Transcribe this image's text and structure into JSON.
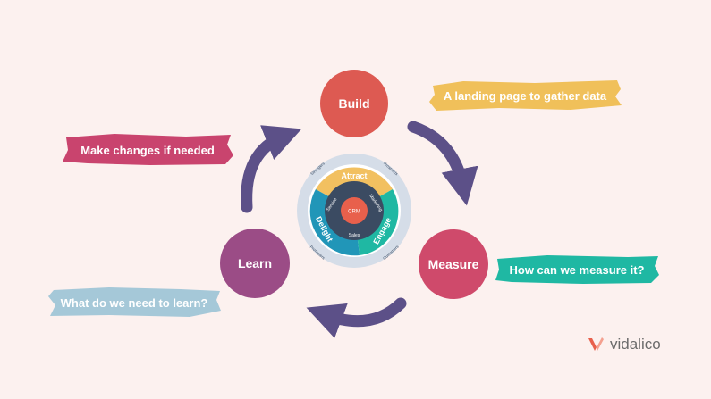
{
  "nodes": {
    "build": {
      "label": "Build",
      "color": "#dd5a52"
    },
    "measure": {
      "label": "Measure",
      "color": "#cf4a6b"
    },
    "learn": {
      "label": "Learn",
      "color": "#9b4c86"
    }
  },
  "notes": {
    "build_note": {
      "text": "A landing page to gather data",
      "color": "#f0c05a"
    },
    "measure_note": {
      "text": "How can we measure it?",
      "color": "#1fb8a3"
    },
    "learn_note": {
      "text": "What do we need to learn?",
      "color": "#a5c8d8"
    },
    "changes_note": {
      "text": "Make changes if needed",
      "color": "#c9446e"
    }
  },
  "arrow_color": "#5c5088",
  "flywheel": {
    "center": "CRM",
    "inner": [
      "Service",
      "Marketing",
      "Sales"
    ],
    "phases": [
      "Attract",
      "Engage",
      "Delight"
    ],
    "outer": [
      "Strangers",
      "Prospects",
      "Customers",
      "Promoters"
    ],
    "colors": {
      "attract": "#f2c060",
      "engage": "#1fb8a3",
      "delight": "#2196b8",
      "center": "#e8604c",
      "ring": "#3b4b62",
      "outer": "#d5dde8"
    }
  },
  "brand": {
    "name": "vidalico",
    "accent": "#e8604c"
  }
}
